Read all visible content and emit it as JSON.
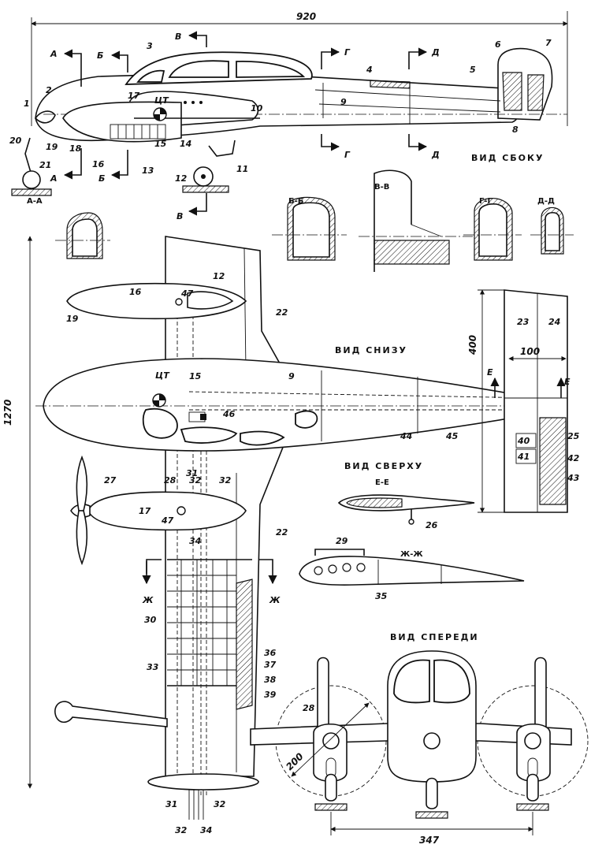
{
  "dimensions": {
    "length": "920",
    "span": "1270",
    "tail_span": "400",
    "tail_chord": "100",
    "prop_diameter": "200",
    "track": "347"
  },
  "view_titles": {
    "side": "ВИД СБОКУ",
    "bottom": "ВИД СНИЗУ",
    "top": "ВИД СВЕРХУ",
    "front": "ВИД СПЕРЕДИ"
  },
  "section_titles": {
    "aa": "А-А",
    "bb": "Б-Б",
    "vv": "В-В",
    "gg": "Г-Г",
    "dd": "Д-Д",
    "ee": "Е-Е",
    "zhzh": "Ж-Ж"
  },
  "cut_letters": {
    "a": "А",
    "b": "Б",
    "v": "В",
    "g": "Г",
    "d": "Д",
    "e": "Е",
    "zh": "Ж"
  },
  "cg_label": "ЦТ",
  "part_numbers": {
    "n1": "1",
    "n2": "2",
    "n3": "3",
    "n4": "4",
    "n5": "5",
    "n6": "6",
    "n7": "7",
    "n8": "8",
    "n9": "9",
    "n10": "10",
    "n11": "11",
    "n12": "12",
    "n13": "13",
    "n14": "14",
    "n15": "15",
    "n16": "16",
    "n17": "17",
    "n18": "18",
    "n19": "19",
    "n20": "20",
    "n21": "21",
    "n22": "22",
    "n23": "23",
    "n24": "24",
    "n25": "25",
    "n26": "26",
    "n27": "27",
    "n28": "28",
    "n29": "29",
    "n30": "30",
    "n31": "31",
    "n32": "32",
    "n33": "33",
    "n34": "34",
    "n35": "35",
    "n36": "36",
    "n37": "37",
    "n38": "38",
    "n39": "39",
    "n40": "40",
    "n41": "41",
    "n42": "42",
    "n43": "43",
    "n44": "44",
    "n45": "45",
    "n46": "46",
    "n47": "47"
  }
}
